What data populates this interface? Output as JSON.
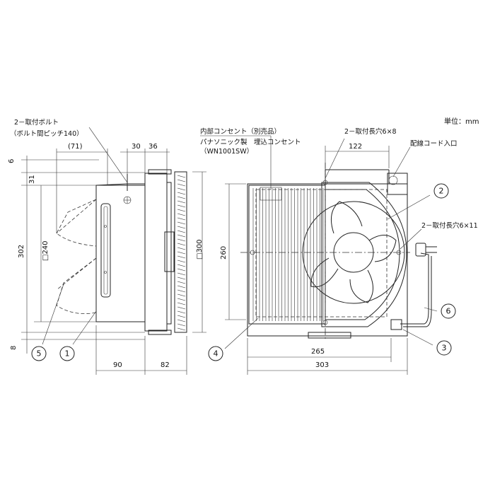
{
  "unit_label": "単位：mm",
  "notes": {
    "bolt_title": "2－取付ボルト",
    "bolt_pitch": "（ボルト間ピッチ140）",
    "outlet_title": "内部コンセント（別売品）",
    "outlet_desc": "パナソニック製　埋込コンセント",
    "outlet_model": "（WN1001SW）",
    "slot_6x8": "2－取付長穴6×8",
    "cord_inlet": "配線コード入口",
    "slot_6x11": "2－取付長穴6×11"
  },
  "dimensions": {
    "d71": "(71)",
    "d30": "30",
    "d36": "36",
    "d6": "6",
    "d31": "31",
    "d302": "302",
    "d240": "□240",
    "d300": "□300",
    "d8": "8",
    "d90": "90",
    "d82": "82",
    "d122": "122",
    "d260": "260",
    "d265": "265",
    "d303": "303"
  },
  "balloons": [
    "1",
    "2",
    "3",
    "4",
    "5",
    "6"
  ]
}
